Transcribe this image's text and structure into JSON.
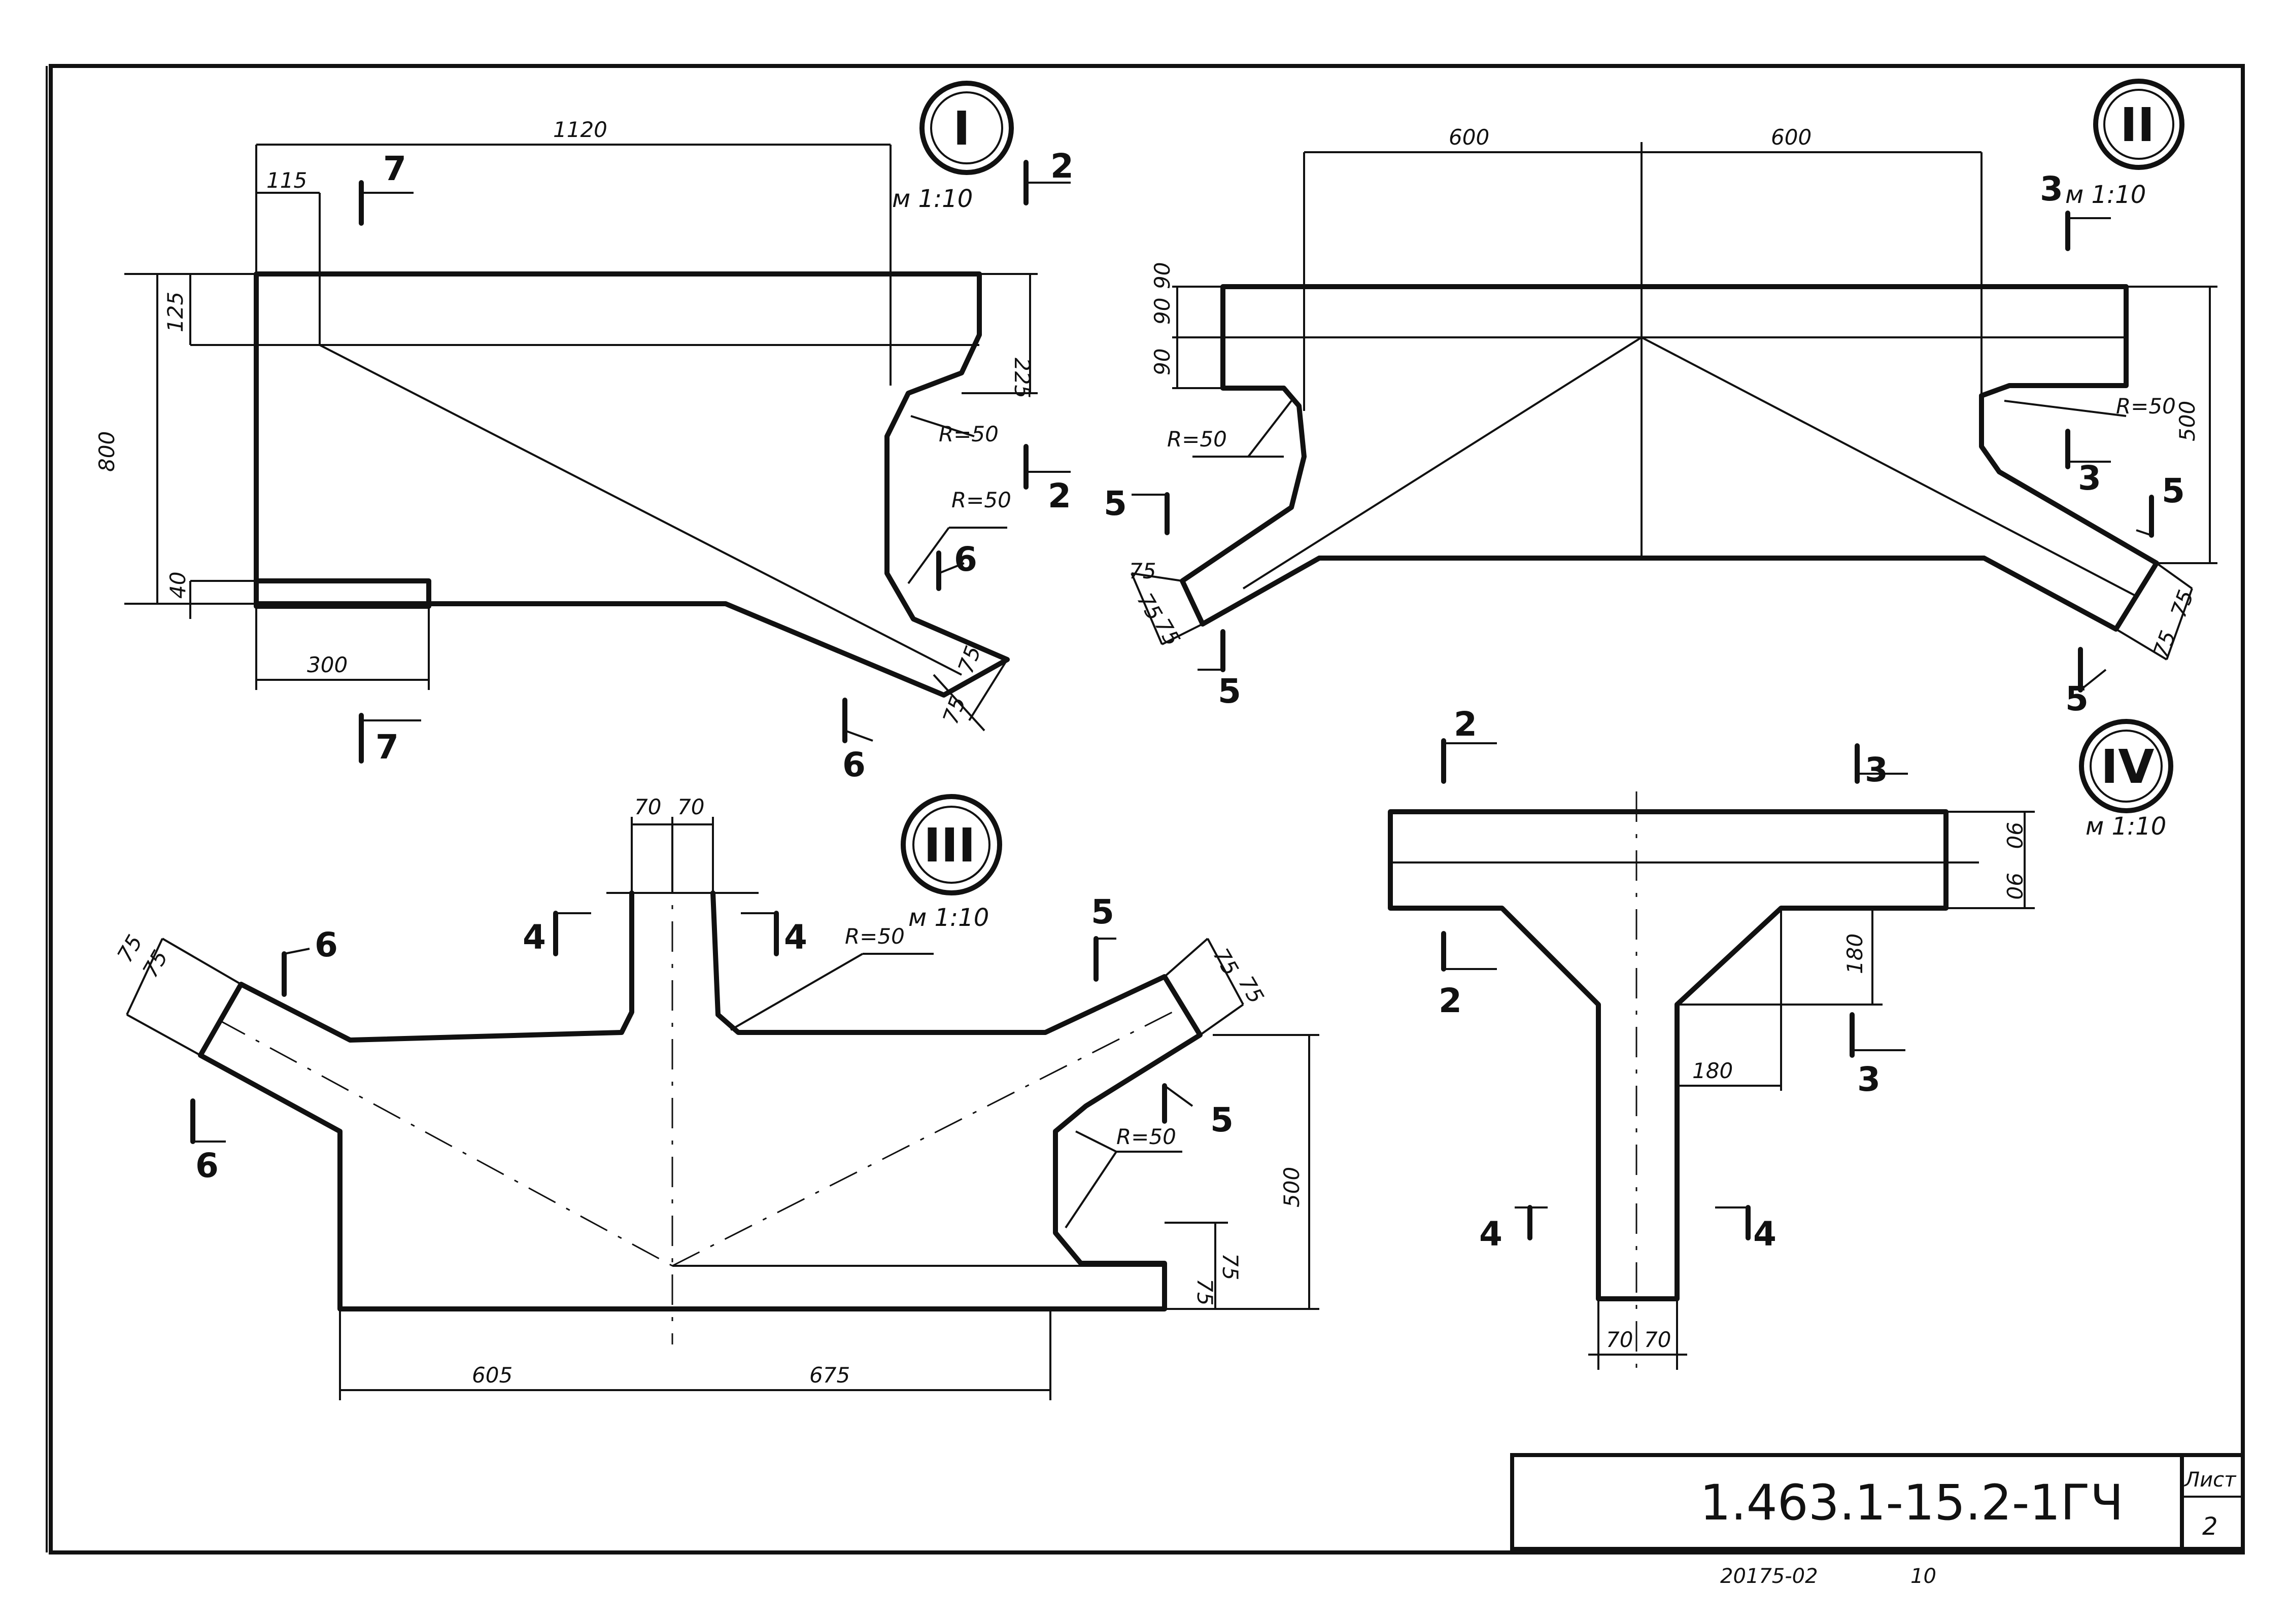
{
  "drawing": {
    "title_block": {
      "code": "1.463.1-15.2-1ГЧ",
      "sheet_label": "Лист",
      "sheet_number": "2"
    },
    "footer": {
      "inventory": "20175-02",
      "format": "10"
    }
  },
  "details": {
    "I": {
      "numeral": "I",
      "scale": "м 1:10",
      "dims": {
        "width": "1120",
        "offset": "115",
        "top_band": "125",
        "height": "800",
        "right_band": "225",
        "bottom": "40",
        "pad": "300",
        "d75a": "75",
        "d75b": "75"
      },
      "radius_1": "R=50",
      "radius_2": "R=50",
      "sections": [
        "7",
        "7",
        "2",
        "2",
        "6",
        "6"
      ]
    },
    "II": {
      "numeral": "II",
      "scale": "м 1:10",
      "dims": {
        "left": "600",
        "right": "600",
        "d90a": "90",
        "d90b": "90",
        "d90c": "90",
        "height": "500",
        "l75a": "75",
        "l75b": "75",
        "l75c": "75",
        "r75a": "75",
        "r75b": "75"
      },
      "radius_1": "R=50",
      "radius_2": "R=50",
      "sections": [
        "3",
        "3",
        "5",
        "5",
        "5",
        "5"
      ]
    },
    "III": {
      "numeral": "III",
      "scale": "м 1:10",
      "dims": {
        "w70a": "70",
        "w70b": "70",
        "l75a": "75",
        "l75b": "75",
        "r75a": "75",
        "r75b": "75",
        "b75a": "75",
        "b75b": "75",
        "height": "500",
        "left": "605",
        "right": "675"
      },
      "radius_1": "R=50",
      "radius_2": "R=50",
      "sections": [
        "4",
        "4",
        "6",
        "6",
        "5",
        "5"
      ]
    },
    "IV": {
      "numeral": "IV",
      "scale": "м 1:10",
      "dims": {
        "d90a": "90",
        "d90b": "90",
        "v180": "180",
        "h180": "180",
        "w70a": "70",
        "w70b": "70"
      },
      "sections": [
        "2",
        "2",
        "3",
        "3",
        "4",
        "4"
      ]
    }
  }
}
